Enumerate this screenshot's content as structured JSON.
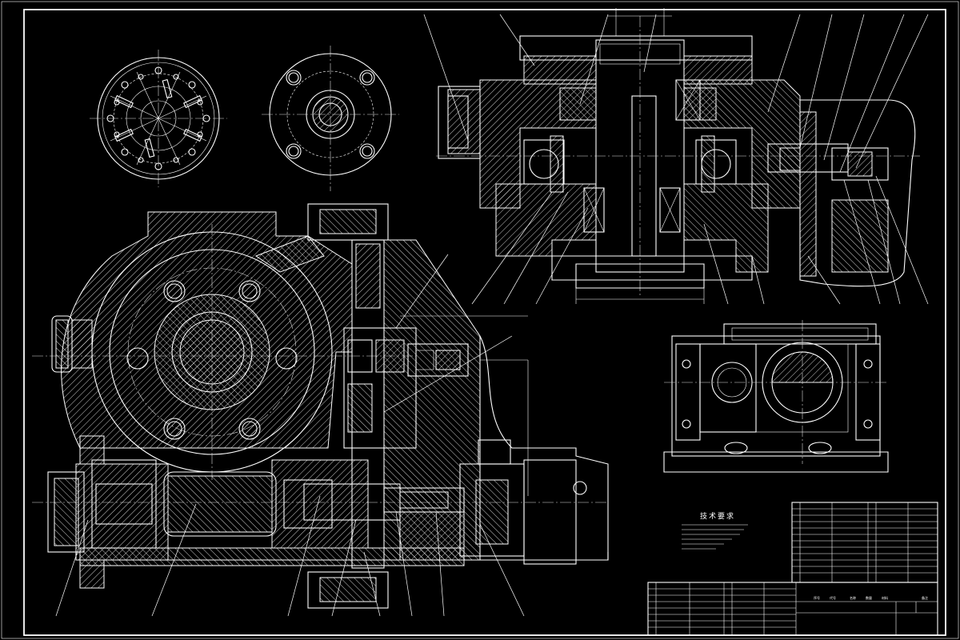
{
  "technical_requirements": {
    "title": "技术要求"
  },
  "title_block": {
    "header_cells": [
      "序号",
      "代号",
      "名称",
      "数量",
      "材料",
      "备注"
    ]
  },
  "colors": {
    "background": "#000000",
    "linework": "#ffffff"
  }
}
